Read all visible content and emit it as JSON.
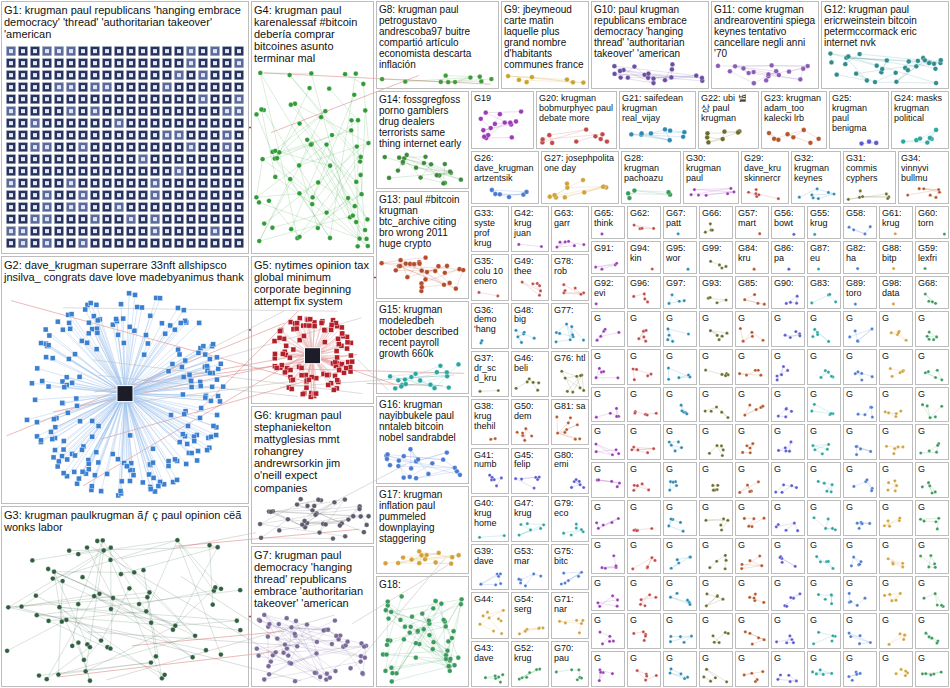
{
  "diagram": {
    "nodes": [
      {
        "text": [
          "G1: krugman paul republicans 'hanging embrace democracy' 'thread' 'authoritarian takeover' 'american"
        ]
      },
      {
        "text": [
          "G2: dave_krugman superrare 33nft allshipsco jnsilva_ congrats dave love madebyanimus thank"
        ]
      },
      {
        "text": [
          "G3: krugman paulkrugman ãƒ ç paul opinion cëã wonks labor"
        ]
      },
      {
        "text": [
          "G4: krugman paul karenalessaf #bitcoin debería comprar bitcoines asunto terminar mal"
        ]
      },
      {
        "text": [
          "G5: nytimes opinion tax global minimum corporate beginning attempt fix system"
        ]
      },
      {
        "text": [
          "G6: krugman paul stephaniekelton mattyglesias mmt rohangrey andrewrsorkin jim o'neill expect companies"
        ]
      },
      {
        "text": [
          "G7: krugman paul democracy 'hanging thread' republicans embrace 'authoritarian takeover' 'american"
        ]
      },
      {
        "text": [
          "G8: krugman paul petrogustavo andrescoba97 buitre compartió artículo economista descarta inflación"
        ]
      },
      {
        "text": [
          "G9: jbeymeoud carte matin laquelle plus grand nombre d'habitants communes france"
        ]
      },
      {
        "text": [
          "G10: paul krugman republicans embrace democracy 'hanging thread' 'authoritarian takeover' 'american"
        ]
      },
      {
        "text": [
          "G11: come krugman andrearoventini spiega keynes tentativo cancellare negli anni '70"
        ]
      },
      {
        "text": [
          "G12: krugman paul ericrweinstein bitcoin petermccormack eric internet nvk"
        ]
      },
      {
        "text": [
          "G14: fossgregfoss porno gamblers drug dealers terrorists same thing internet early"
        ]
      },
      {
        "text": [
          "G19"
        ]
      },
      {
        "text": [
          "G20: krugman bobmurphyec paul debate more"
        ]
      },
      {
        "text": [
          "G21: saifedean krugman real_vijay"
        ]
      },
      {
        "text": [
          "G22: ubi 별 상 paul krugman"
        ]
      },
      {
        "text": [
          "G23: krugman adam_too kalecki lrb"
        ]
      },
      {
        "text": [
          "G25: krugman paul benigma"
        ]
      },
      {
        "text": [
          "G24: masks krugman political"
        ]
      },
      {
        "text": [
          "G26: dave_krugman artzentsik"
        ]
      },
      {
        "text": [
          "G27: josephpolita one day"
        ]
      },
      {
        "text": [
          "G28: krugman pachoazu"
        ]
      },
      {
        "text": [
          "G30: krugman paul"
        ]
      },
      {
        "text": [
          "G29: dave_kru skinnercr"
        ]
      },
      {
        "text": [
          "G32: krugman keynes"
        ]
      },
      {
        "text": [
          "G31: commis cyphers"
        ]
      },
      {
        "text": [
          "G34: vinnyvi bullmu"
        ]
      },
      {
        "text": [
          "G13: paul #bitcoin krugman btc_archive citing bro wrong 2011 huge crypto"
        ]
      },
      {
        "text": [
          "G15: krugman modeledbeh october described recent payroll growth 660k"
        ]
      },
      {
        "text": [
          "G16: krugman nayibbukele paul nntaleb bitcoin nobel sandrabdel"
        ]
      },
      {
        "text": [
          "G17: krugman inflation paul pummeled downplaying staggering"
        ]
      },
      {
        "text": [
          "G18:"
        ]
      },
      {
        "text": [
          "G33: syste prof krug"
        ]
      },
      {
        "text": [
          "G35: colu 10 enero"
        ]
      },
      {
        "text": [
          "G36: demo 'hang"
        ]
      },
      {
        "text": [
          "G37: dr_sc d_kru"
        ]
      },
      {
        "text": [
          "G38: krug thehil"
        ]
      },
      {
        "text": [
          "G41: numb"
        ]
      },
      {
        "text": [
          "G40: krug home"
        ]
      },
      {
        "text": [
          "G39: dave"
        ]
      },
      {
        "text": [
          "G44:"
        ]
      },
      {
        "text": [
          "G43: dave"
        ]
      },
      {
        "text": [
          "G42: krug juan"
        ]
      },
      {
        "text": [
          "G49: thee"
        ]
      },
      {
        "text": [
          "G48: big"
        ]
      },
      {
        "text": [
          "G46: beli"
        ]
      },
      {
        "text": [
          "G50: dem"
        ]
      },
      {
        "text": [
          "G45: felip"
        ]
      },
      {
        "text": [
          "G47: krug"
        ]
      },
      {
        "text": [
          "G53: mar"
        ]
      },
      {
        "text": [
          "G54: serg"
        ]
      },
      {
        "text": [
          "G52: krug"
        ]
      },
      {
        "text": [
          "G63: garr"
        ]
      },
      {
        "text": [
          "G78: rob"
        ]
      },
      {
        "text": [
          "G77:"
        ]
      },
      {
        "text": [
          "G76: htl"
        ]
      },
      {
        "text": [
          "G81: sa"
        ]
      },
      {
        "text": [
          "G80: emi"
        ]
      },
      {
        "text": [
          "G79: eco"
        ]
      },
      {
        "text": [
          "G75: bitc"
        ]
      },
      {
        "text": [
          "G71: nar"
        ]
      },
      {
        "text": [
          "G70: pau"
        ]
      },
      {
        "text": [
          "G65: think"
        ]
      },
      {
        "text": [
          "G62:"
        ]
      },
      {
        "text": [
          "G67: patt"
        ]
      },
      {
        "text": [
          "G66:"
        ]
      },
      {
        "text": [
          "G57: mart"
        ]
      },
      {
        "text": [
          "G56: bowt"
        ]
      },
      {
        "text": [
          "G55: krug"
        ]
      },
      {
        "text": [
          "G58:"
        ]
      },
      {
        "text": [
          "G61: krug"
        ]
      },
      {
        "text": [
          "G60: torn"
        ]
      },
      {
        "text": [
          "G91:"
        ]
      },
      {
        "text": [
          "G94: kin"
        ]
      },
      {
        "text": [
          "G95: wor"
        ]
      },
      {
        "text": [
          "G99:"
        ]
      },
      {
        "text": [
          "G84: kru"
        ]
      },
      {
        "text": [
          "G86: pa"
        ]
      },
      {
        "text": [
          "G87: eu"
        ]
      },
      {
        "text": [
          "G82: ha"
        ]
      },
      {
        "text": [
          "G88: bitp"
        ]
      },
      {
        "text": [
          "G59: lexfri"
        ]
      },
      {
        "text": [
          "G92: evi"
        ]
      },
      {
        "text": [
          "G96:"
        ]
      },
      {
        "text": [
          "G97:"
        ]
      },
      {
        "text": [
          "G93:"
        ]
      },
      {
        "text": [
          "G85:"
        ]
      },
      {
        "text": [
          "G90:"
        ]
      },
      {
        "text": [
          "G83:"
        ]
      },
      {
        "text": [
          "G89: toro"
        ]
      },
      {
        "text": [
          "G98: data"
        ]
      },
      {
        "text": [
          "G68:"
        ]
      },
      {
        "text": [
          "G"
        ]
      },
      {
        "text": [
          "G"
        ]
      },
      {
        "text": [
          "G"
        ]
      },
      {
        "text": [
          "G"
        ]
      },
      {
        "text": [
          "G"
        ]
      },
      {
        "text": [
          "G"
        ]
      },
      {
        "text": [
          "G"
        ]
      },
      {
        "text": [
          "G"
        ]
      },
      {
        "text": [
          "G"
        ]
      },
      {
        "text": [
          "G"
        ]
      },
      {
        "text": [
          "G"
        ]
      },
      {
        "text": [
          "G"
        ]
      },
      {
        "text": [
          "G"
        ]
      },
      {
        "text": [
          "G"
        ]
      },
      {
        "text": [
          "G"
        ]
      },
      {
        "text": [
          "G"
        ]
      },
      {
        "text": [
          "G"
        ]
      },
      {
        "text": [
          "G"
        ]
      },
      {
        "text": [
          "G"
        ]
      },
      {
        "text": [
          "G"
        ]
      },
      {
        "text": [
          "G"
        ]
      },
      {
        "text": [
          "G"
        ]
      },
      {
        "text": [
          "G"
        ]
      },
      {
        "text": [
          "G"
        ]
      },
      {
        "text": [
          "G"
        ]
      },
      {
        "text": [
          "G"
        ]
      },
      {
        "text": [
          "G"
        ]
      },
      {
        "text": [
          "G"
        ]
      },
      {
        "text": [
          "G"
        ]
      },
      {
        "text": [
          "G"
        ]
      },
      {
        "text": [
          "G"
        ]
      },
      {
        "text": [
          "G"
        ]
      },
      {
        "text": [
          "G"
        ]
      },
      {
        "text": [
          "G"
        ]
      },
      {
        "text": [
          "G"
        ]
      },
      {
        "text": [
          "G"
        ]
      },
      {
        "text": [
          "G"
        ]
      },
      {
        "text": [
          "G"
        ]
      },
      {
        "text": [
          "G"
        ]
      },
      {
        "text": [
          "G"
        ]
      },
      {
        "text": [
          "G"
        ]
      },
      {
        "text": [
          "G"
        ]
      },
      {
        "text": [
          "G"
        ]
      },
      {
        "text": [
          "G"
        ]
      },
      {
        "text": [
          "G"
        ]
      },
      {
        "text": [
          "G"
        ]
      },
      {
        "text": [
          "G"
        ]
      },
      {
        "text": [
          "G"
        ]
      },
      {
        "text": [
          "G"
        ]
      },
      {
        "text": [
          "G"
        ]
      },
      {
        "text": [
          "G"
        ]
      },
      {
        "text": [
          "G"
        ]
      },
      {
        "text": [
          "G"
        ]
      },
      {
        "text": [
          "G"
        ]
      },
      {
        "text": [
          "G"
        ]
      },
      {
        "text": [
          "G"
        ]
      },
      {
        "text": [
          "G"
        ]
      },
      {
        "text": [
          "G"
        ]
      },
      {
        "text": [
          "G"
        ]
      },
      {
        "text": [
          "G"
        ]
      },
      {
        "text": [
          "G"
        ]
      },
      {
        "text": [
          "G"
        ]
      },
      {
        "text": [
          "G"
        ]
      },
      {
        "text": [
          "G"
        ]
      },
      {
        "text": [
          "G"
        ]
      },
      {
        "text": [
          "G"
        ]
      },
      {
        "text": [
          "G"
        ]
      },
      {
        "text": [
          "G"
        ]
      },
      {
        "text": [
          "G"
        ]
      },
      {
        "text": [
          "G"
        ]
      },
      {
        "text": [
          "G"
        ]
      },
      {
        "text": [
          "G"
        ]
      },
      {
        "text": [
          "G"
        ]
      },
      {
        "text": [
          "G"
        ]
      },
      {
        "text": [
          "G"
        ]
      },
      {
        "text": [
          "G"
        ]
      },
      {
        "text": [
          "G"
        ]
      },
      {
        "text": [
          "G"
        ]
      },
      {
        "text": [
          "G"
        ]
      },
      {
        "text": [
          "G"
        ]
      },
      {
        "text": [
          "G"
        ]
      },
      {
        "text": [
          "G"
        ]
      },
      {
        "text": [
          "G"
        ]
      },
      {
        "text": [
          "G"
        ]
      },
      {
        "text": [
          "G"
        ]
      },
      {
        "text": [
          "G"
        ]
      },
      {
        "text": [
          "G"
        ]
      },
      {
        "text": [
          "G"
        ]
      },
      {
        "text": [
          "G"
        ]
      },
      {
        "text": [
          "G"
        ]
      },
      {
        "text": [
          "G"
        ]
      },
      {
        "text": [
          "G"
        ]
      },
      {
        "text": [
          "G"
        ]
      },
      {
        "text": [
          "G"
        ]
      },
      {
        "text": [
          "G"
        ]
      },
      {
        "text": [
          "G"
        ]
      },
      {
        "text": [
          "G"
        ]
      },
      {
        "text": [
          "G"
        ]
      },
      {
        "text": [
          "G"
        ]
      },
      {
        "text": [
          "G"
        ]
      }
    ],
    "edges": [
      {
        "from": 1,
        "to": 4,
        "arrow": "none"
      },
      {
        "from": 0,
        "to": 3,
        "arrow": "none"
      },
      {
        "from": 4,
        "to": 28,
        "arrow": "none"
      },
      {
        "from": 2,
        "to": 6,
        "arrow": "none"
      }
    ]
  }
}
